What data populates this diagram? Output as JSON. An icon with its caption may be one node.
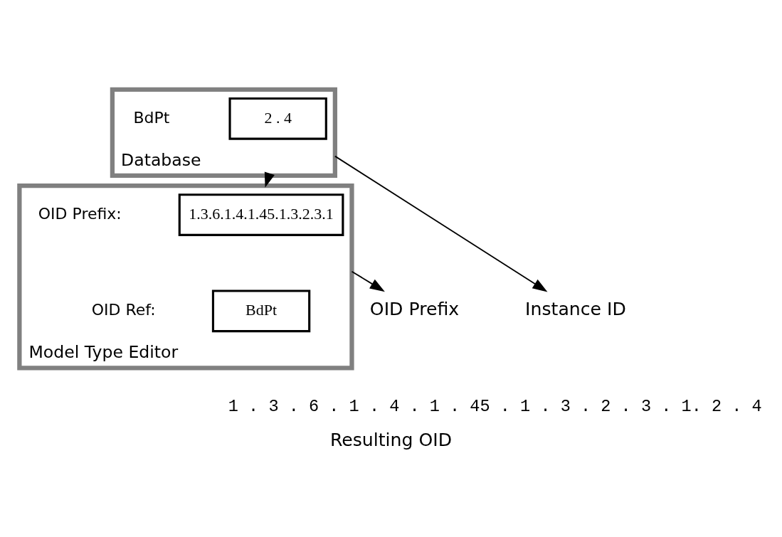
{
  "diagram": {
    "caption": "Resulting OID",
    "nodes": [
      {
        "text": [
          "Model Type Editor"
        ]
      },
      {
        "text": [
          "1.3.6.1.4.1.45.1.3.2.3.1"
        ],
        "in": 0,
        "beside": [
          "OID Prefix:"
        ]
      },
      {
        "text": [
          "BdPt"
        ],
        "in": 0,
        "beside": [
          "OID Ref:"
        ]
      },
      {
        "text": [
          "Database"
        ]
      },
      {
        "text": [
          "2 . 4"
        ],
        "in": 3,
        "beside": [
          "BdPt"
        ]
      },
      {
        "text": [
          "OID Prefix"
        ]
      },
      {
        "text": [
          "Instance ID"
        ]
      }
    ],
    "edges": [
      {
        "from": 0,
        "to": 5,
        "arrow": "to"
      },
      {
        "from": 3,
        "to": 0,
        "arrow": "to"
      },
      {
        "from": 3,
        "to": 6,
        "arrow": "to"
      }
    ],
    "labels": [
      "1 . 3 . 6 . 1 . 4 . 1 . 45 . 1 . 3 . 2 . 3 . 1. 2 . 4"
    ]
  }
}
